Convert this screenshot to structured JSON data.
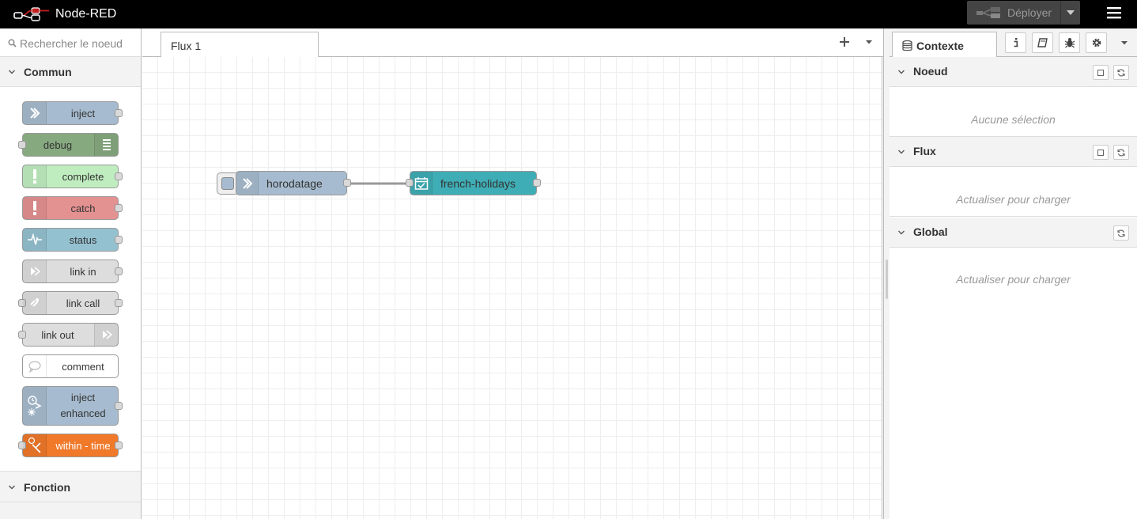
{
  "header": {
    "title": "Node-RED",
    "deploy_label": "Déployer"
  },
  "palette": {
    "search_placeholder": "Rechercher le noeud",
    "categories": [
      {
        "label": "Commun"
      },
      {
        "label": "Fonction"
      }
    ],
    "nodes": [
      {
        "label": "inject",
        "color": "#a6bbcf"
      },
      {
        "label": "debug",
        "color": "#87a980"
      },
      {
        "label": "complete",
        "color": "#c0edc0"
      },
      {
        "label": "catch",
        "color": "#e49191"
      },
      {
        "label": "status",
        "color": "#94c1d0"
      },
      {
        "label": "link in",
        "color": "#dddddd"
      },
      {
        "label": "link call",
        "color": "#dddddd"
      },
      {
        "label": "link out",
        "color": "#dddddd"
      },
      {
        "label": "comment",
        "color": "#ffffff"
      },
      {
        "label_line1": "inject",
        "label_line2": "enhanced",
        "color": "#a6bbcf"
      },
      {
        "label": "within - time",
        "color": "#f0792a"
      }
    ]
  },
  "workspace": {
    "tab_label": "Flux 1",
    "flow_nodes": [
      {
        "label": "horodatage",
        "color": "#a6bbcf"
      },
      {
        "label": "french-holidays",
        "color": "#3fadb5"
      }
    ]
  },
  "sidebar": {
    "active_tab": "Contexte",
    "sections": [
      {
        "title": "Noeud",
        "message": "Aucune sélection"
      },
      {
        "title": "Flux",
        "message": "Actualiser pour charger"
      },
      {
        "title": "Global",
        "message": "Actualiser pour charger"
      }
    ]
  },
  "colors": {
    "header_bg": "#000000",
    "logo_red": "#8f0000",
    "wire": "#999999"
  }
}
